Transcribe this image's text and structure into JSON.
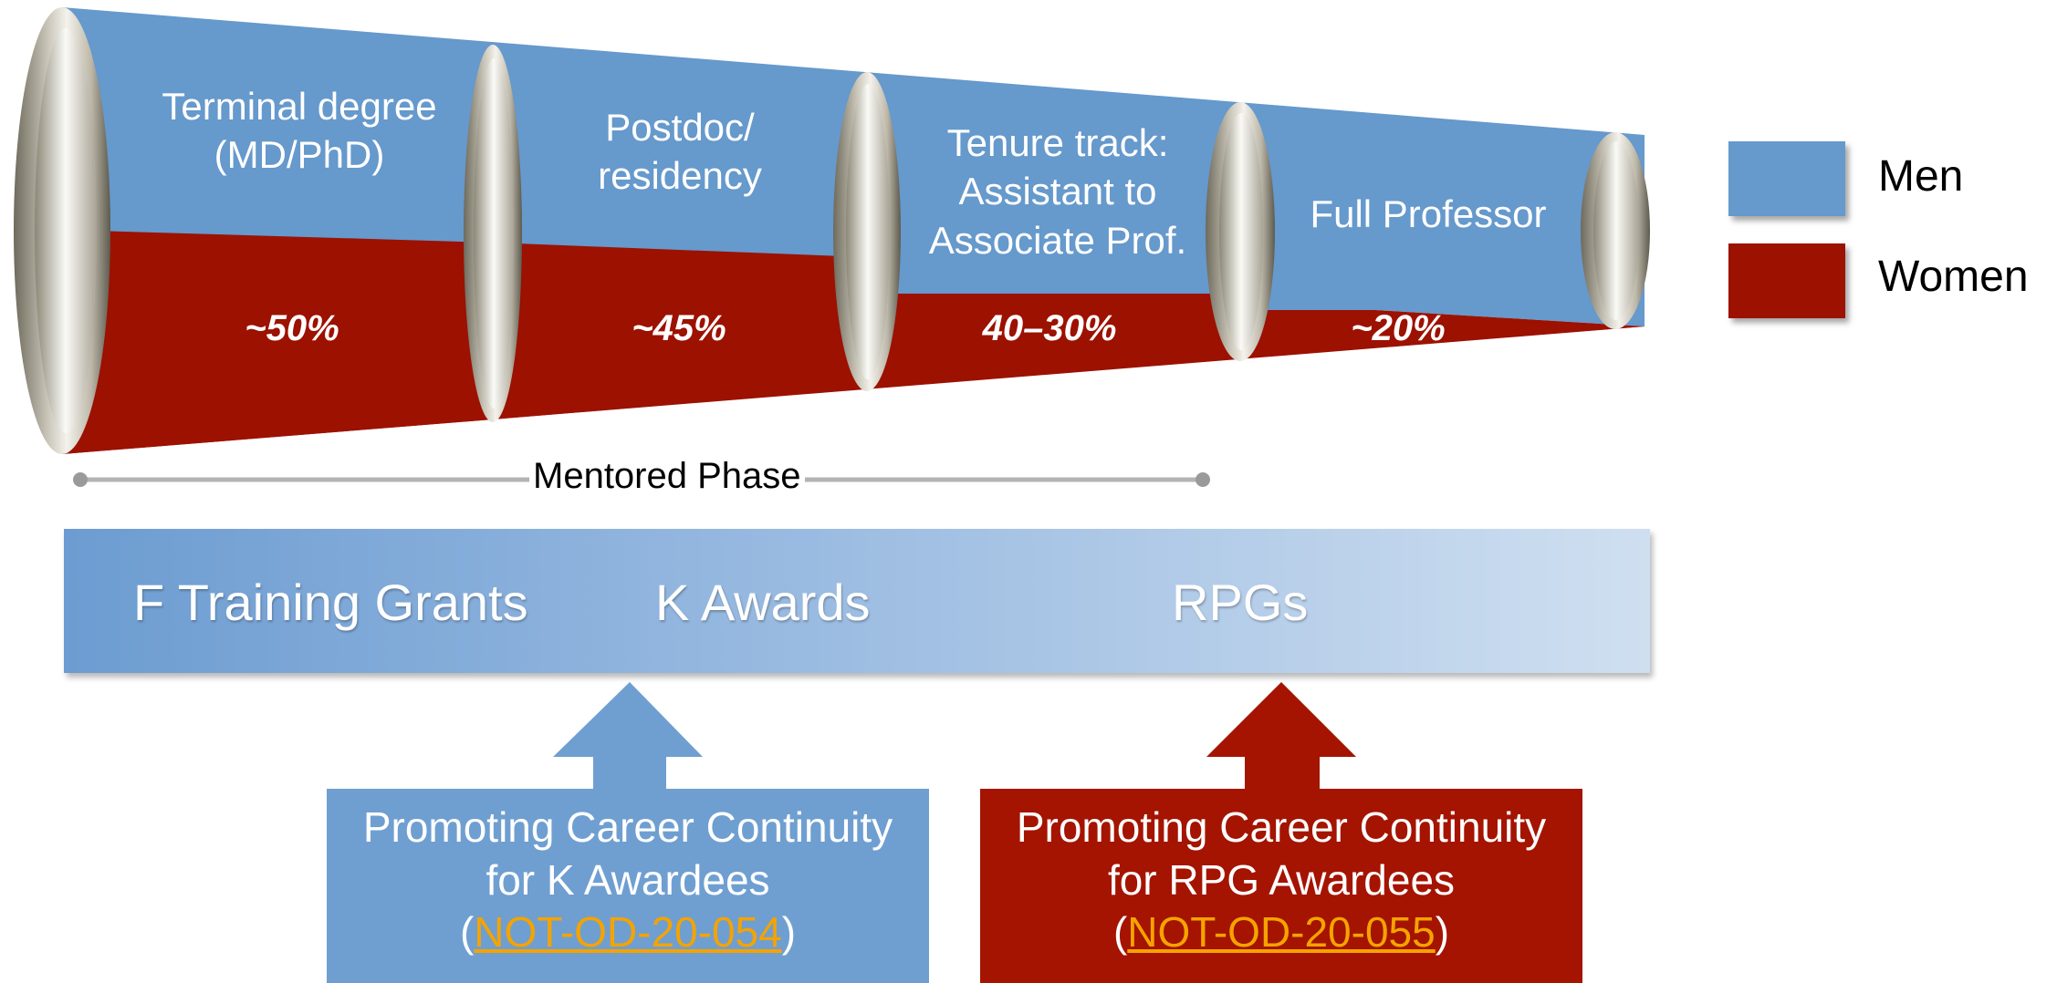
{
  "legend": [
    {
      "label": "Men",
      "color": "#6699cc"
    },
    {
      "label": "Women",
      "color": "#9c1100"
    }
  ],
  "stages": [
    {
      "lines": [
        "Terminal degree",
        "(MD/PhD)"
      ],
      "women_percent": "~50%"
    },
    {
      "lines": [
        "Postdoc/",
        "residency"
      ],
      "women_percent": "~45%"
    },
    {
      "lines": [
        "Tenure track:",
        "Assistant to",
        "Associate Prof."
      ],
      "women_percent": "40–30%"
    },
    {
      "lines": [
        "Full Professor"
      ],
      "women_percent": "~20%"
    }
  ],
  "phase_label": "Mentored Phase",
  "grants": [
    "F Training Grants",
    "K Awards",
    "RPGs"
  ],
  "notices": [
    {
      "line1": "Promoting Career Continuity",
      "line2": "for K Awardees",
      "open": "(",
      "link": "NOT-OD-20-054",
      "close": ")",
      "color": "#6f9fd1"
    },
    {
      "line1": "Promoting Career Continuity",
      "line2": "for RPG Awardees",
      "open": "(",
      "link": "NOT-OD-20-055",
      "close": ")",
      "color": "#a41400"
    }
  ]
}
